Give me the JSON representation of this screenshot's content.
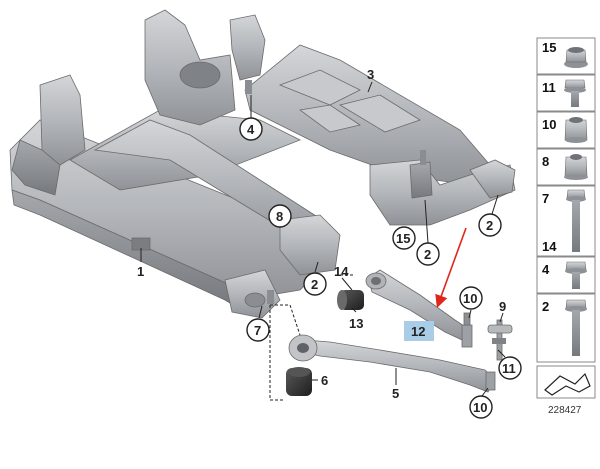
{
  "diagram": {
    "callouts": {
      "c1": "1",
      "c2a": "2",
      "c2b": "2",
      "c2c": "2",
      "c3": "3",
      "c4": "4",
      "c5": "5",
      "c6": "6",
      "c7": "7",
      "c8": "8",
      "c9": "9",
      "c10a": "10",
      "c10b": "10",
      "c11": "11",
      "c12": "12",
      "c13": "13",
      "c14": "14",
      "c15": "15"
    },
    "highlight_color": "#a9cde6",
    "arrow_color": "#e0261b",
    "part_color": "#b9bcc0"
  },
  "legend": {
    "items": [
      {
        "number": "15",
        "icon": "flange-nut-icon"
      },
      {
        "number": "11",
        "icon": "flange-bolt-icon"
      },
      {
        "number": "10",
        "icon": "lock-nut-icon"
      },
      {
        "number": "8",
        "icon": "hex-nut-icon"
      },
      {
        "number": "7",
        "icon": "long-bolt-icon",
        "number2": "14"
      },
      {
        "number": "4",
        "icon": "short-bolt-icon"
      },
      {
        "number": "2",
        "icon": "medium-bolt-icon"
      }
    ],
    "reference": "228427"
  }
}
